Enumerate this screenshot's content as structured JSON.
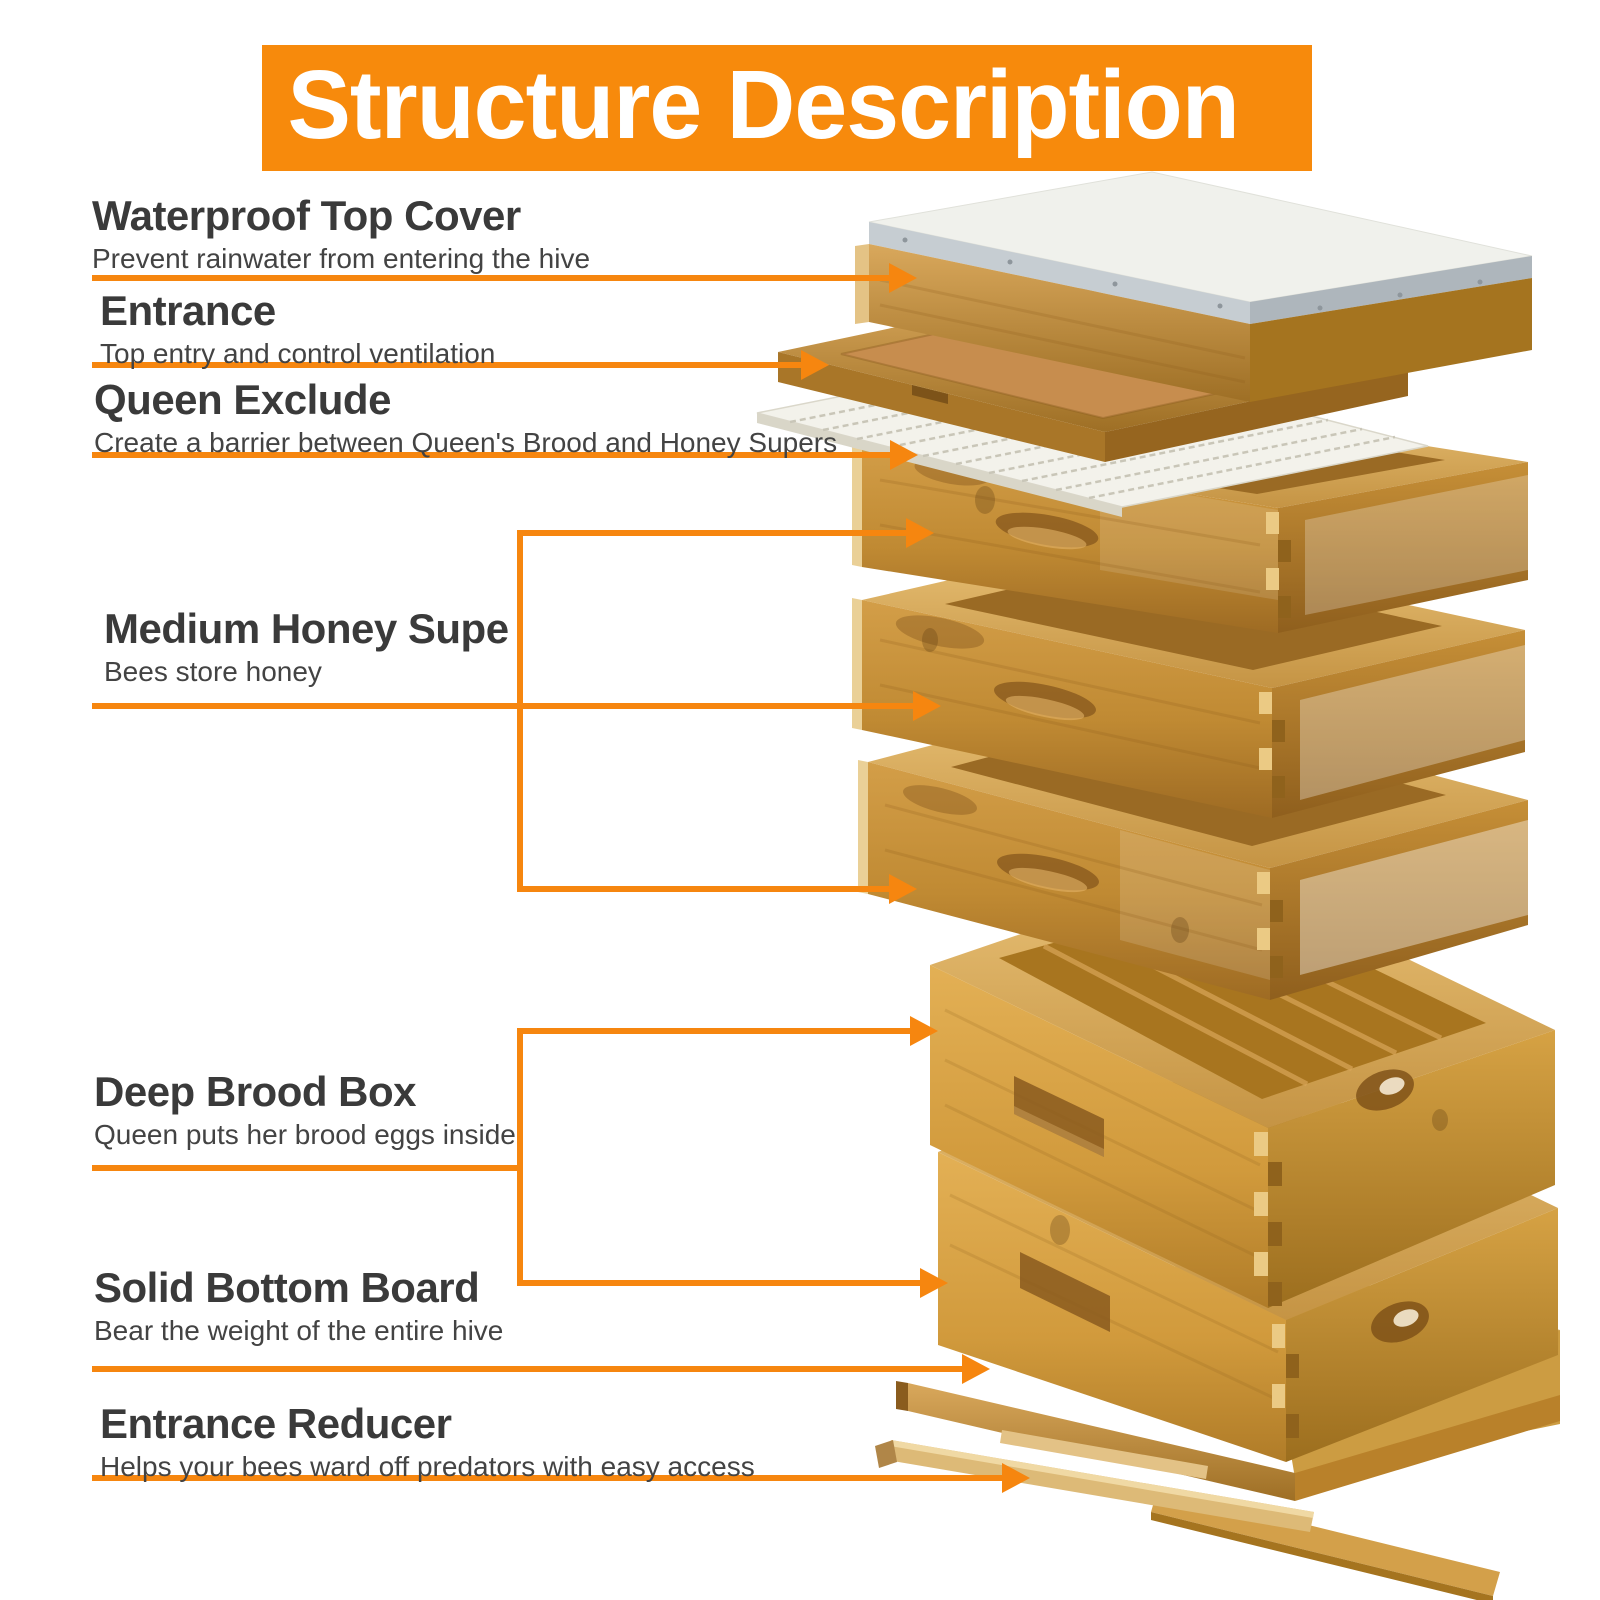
{
  "header": {
    "title": "Structure Description"
  },
  "colors": {
    "accent": "#F6860F",
    "banner_bg": "#F78A0C",
    "banner_text": "#FFFFFF",
    "label_title": "#3A3A3A",
    "label_description": "#434343",
    "wood_light": "#E2B368",
    "wood_mid": "#C8923B",
    "wood_dark": "#A06A22",
    "deep_box_gold": "#D9A849",
    "cover_white": "#F0F1EC",
    "metal_gray": "#C6CDD2",
    "excluder_white": "#F3F2EB",
    "plywood": "#C78D4E"
  },
  "labels": [
    {
      "id": "waterproof-top-cover",
      "title": "Waterproof Top Cover",
      "description": "Prevent rainwater from entering the hive"
    },
    {
      "id": "entrance",
      "title": "Entrance",
      "description": "Top entry and control ventilation"
    },
    {
      "id": "queen-exclude",
      "title": "Queen Exclude",
      "description": "Create a barrier between Queen's Brood and Honey Supers"
    },
    {
      "id": "medium-honey-supe",
      "title": "Medium Honey Supe",
      "description": "Bees store honey"
    },
    {
      "id": "deep-brood-box",
      "title": "Deep Brood Box",
      "description": "Queen puts her brood eggs inside"
    },
    {
      "id": "solid-bottom-board",
      "title": "Solid Bottom Board",
      "description": "Bear the weight of the entire hive"
    },
    {
      "id": "entrance-reducer",
      "title": "Entrance Reducer",
      "description": "Helps your bees ward off predators with easy access"
    }
  ],
  "hive_parts": [
    "waterproof-top-cover",
    "entrance-inner-cover",
    "queen-excluder",
    "medium-honey-super-1",
    "medium-honey-super-2",
    "medium-honey-super-3",
    "deep-brood-box-1",
    "deep-brood-box-2",
    "solid-bottom-board",
    "entrance-reducer"
  ]
}
